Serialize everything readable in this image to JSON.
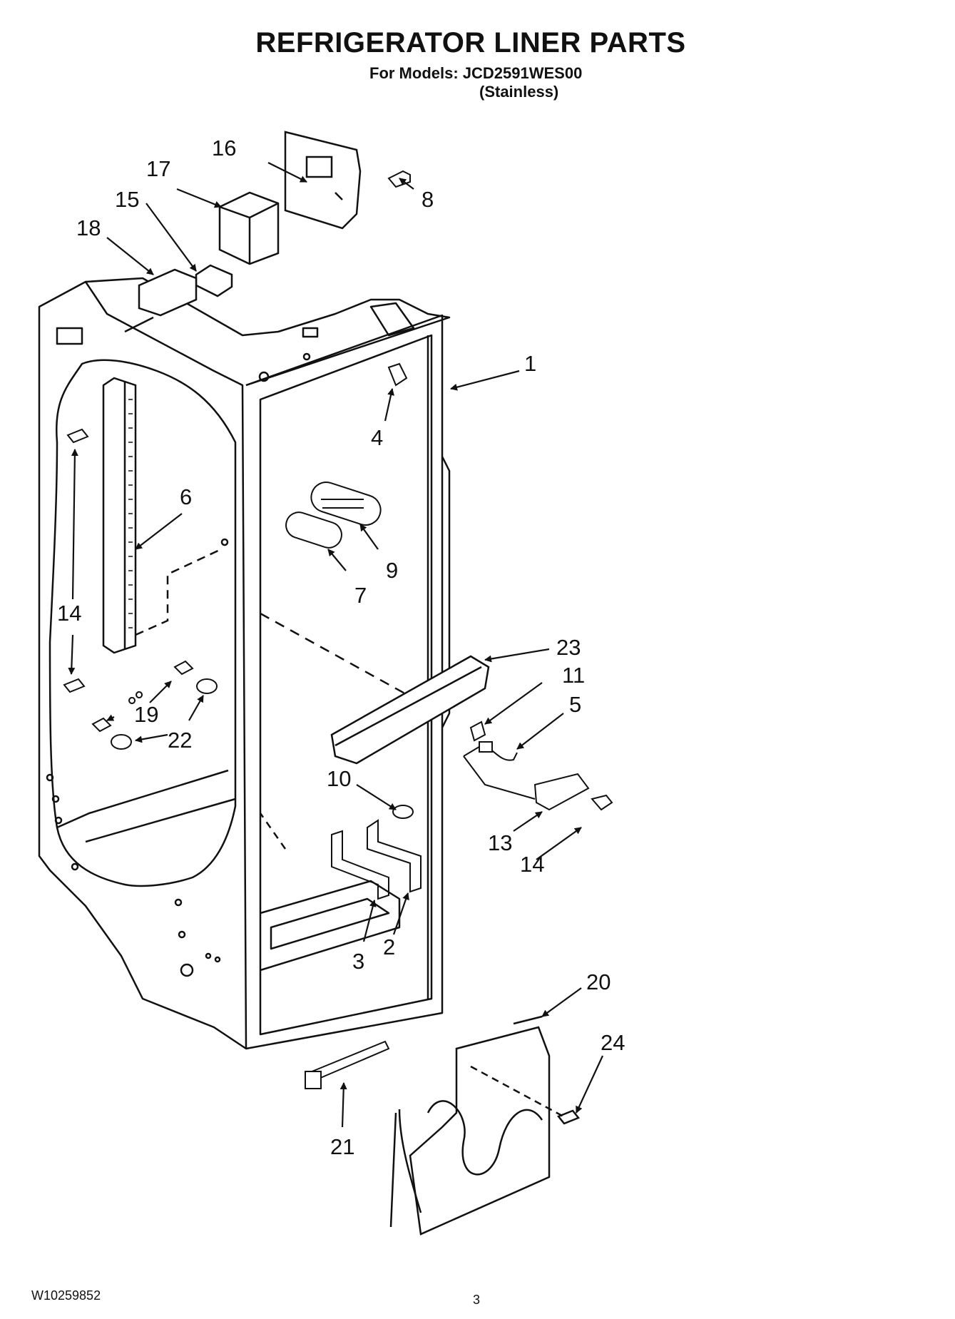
{
  "header": {
    "title": "REFRIGERATOR LINER PARTS",
    "models_line": "For Models: JCD2591WES00",
    "finish": "(Stainless)"
  },
  "footer": {
    "doc_number": "W10259852",
    "page_number": "3"
  },
  "callouts": {
    "p1": "1",
    "p2": "2",
    "p3": "3",
    "p4": "4",
    "p5": "5",
    "p6": "6",
    "p7": "7",
    "p8": "8",
    "p9": "9",
    "p10": "10",
    "p11": "11",
    "p13": "13",
    "p14a": "14",
    "p14b": "14",
    "p15": "15",
    "p16": "16",
    "p17": "17",
    "p18": "18",
    "p19": "19",
    "p20": "20",
    "p21": "21",
    "p22": "22",
    "p23": "23",
    "p24": "24"
  }
}
